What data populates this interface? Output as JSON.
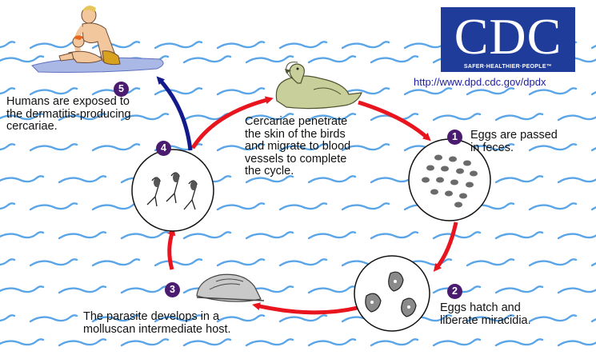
{
  "logo": {
    "letters": "CDC",
    "tagline": "SAFER·HEALTHIER·PEOPLE™",
    "url": "http://www.dpd.cdc.gov/dpdx"
  },
  "stages": [
    {
      "number": "1",
      "text": "Eggs are passed\nin feces."
    },
    {
      "number": "2",
      "text": "Eggs hatch and\nliberate miracidia."
    },
    {
      "number": "3",
      "text": "The parasite develops in a\nmolluscan intermediate host."
    },
    {
      "number": "4",
      "text": "Cercariae penetrate\nthe skin of the birds\nand migrate to blood\nvessels to complete\nthe cycle."
    },
    {
      "number": "5",
      "text": "Humans are exposed to\nthe dermatitis-producing\ncercariae."
    }
  ],
  "colors": {
    "wave": "#5aa5e8",
    "arrow_red": "#e8141e",
    "arrow_blue": "#121a8c",
    "badge": "#4b1b70",
    "logo_bg": "#1f3c9a"
  }
}
